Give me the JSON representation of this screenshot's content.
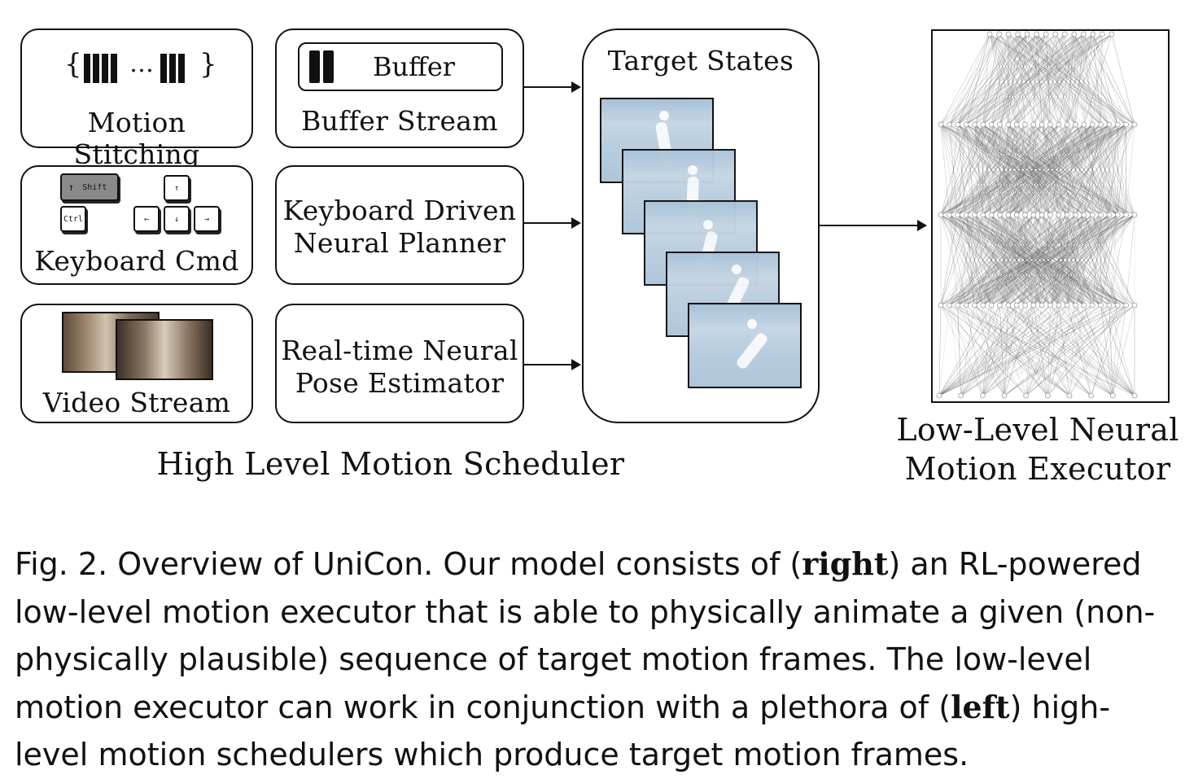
{
  "diagram": {
    "boxes": {
      "motion_stitching": "Motion Stitching",
      "buffer_stream": "Buffer Stream",
      "buffer_label": "Buffer",
      "keyboard_cmd": "Keyboard Cmd",
      "keyboard_planner_line1": "Keyboard Driven",
      "keyboard_planner_line2": "Neural Planner",
      "video_stream": "Video Stream",
      "pose_estimator_line1": "Real-time Neural",
      "pose_estimator_line2": "Pose Estimator",
      "target_states": "Target States"
    },
    "stitch_symbol": {
      "open": "{",
      "dots": "…",
      "close": "}"
    },
    "keys": {
      "shift": "Shift",
      "ctrl": "Ctrl",
      "up": "↑",
      "left": "←",
      "down": "↓",
      "right": "→"
    },
    "high_level_label": "High Level Motion Scheduler",
    "low_level_label_line1": "Low-Level Neural",
    "low_level_label_line2": "Motion Executor"
  },
  "caption": {
    "prefix": "Fig. 2.",
    "part1": " Overview of UniCon. Our model consists of (",
    "bold1": "right",
    "part2": ") an RL-powered low-level motion executor that is able to physically animate a given (non-physically plausible) sequence of target motion frames. The low-level motion executor can work in conjunction with a plethora of (",
    "bold2": "left",
    "part3": ") high-level motion schedulers which produce target motion frames."
  }
}
